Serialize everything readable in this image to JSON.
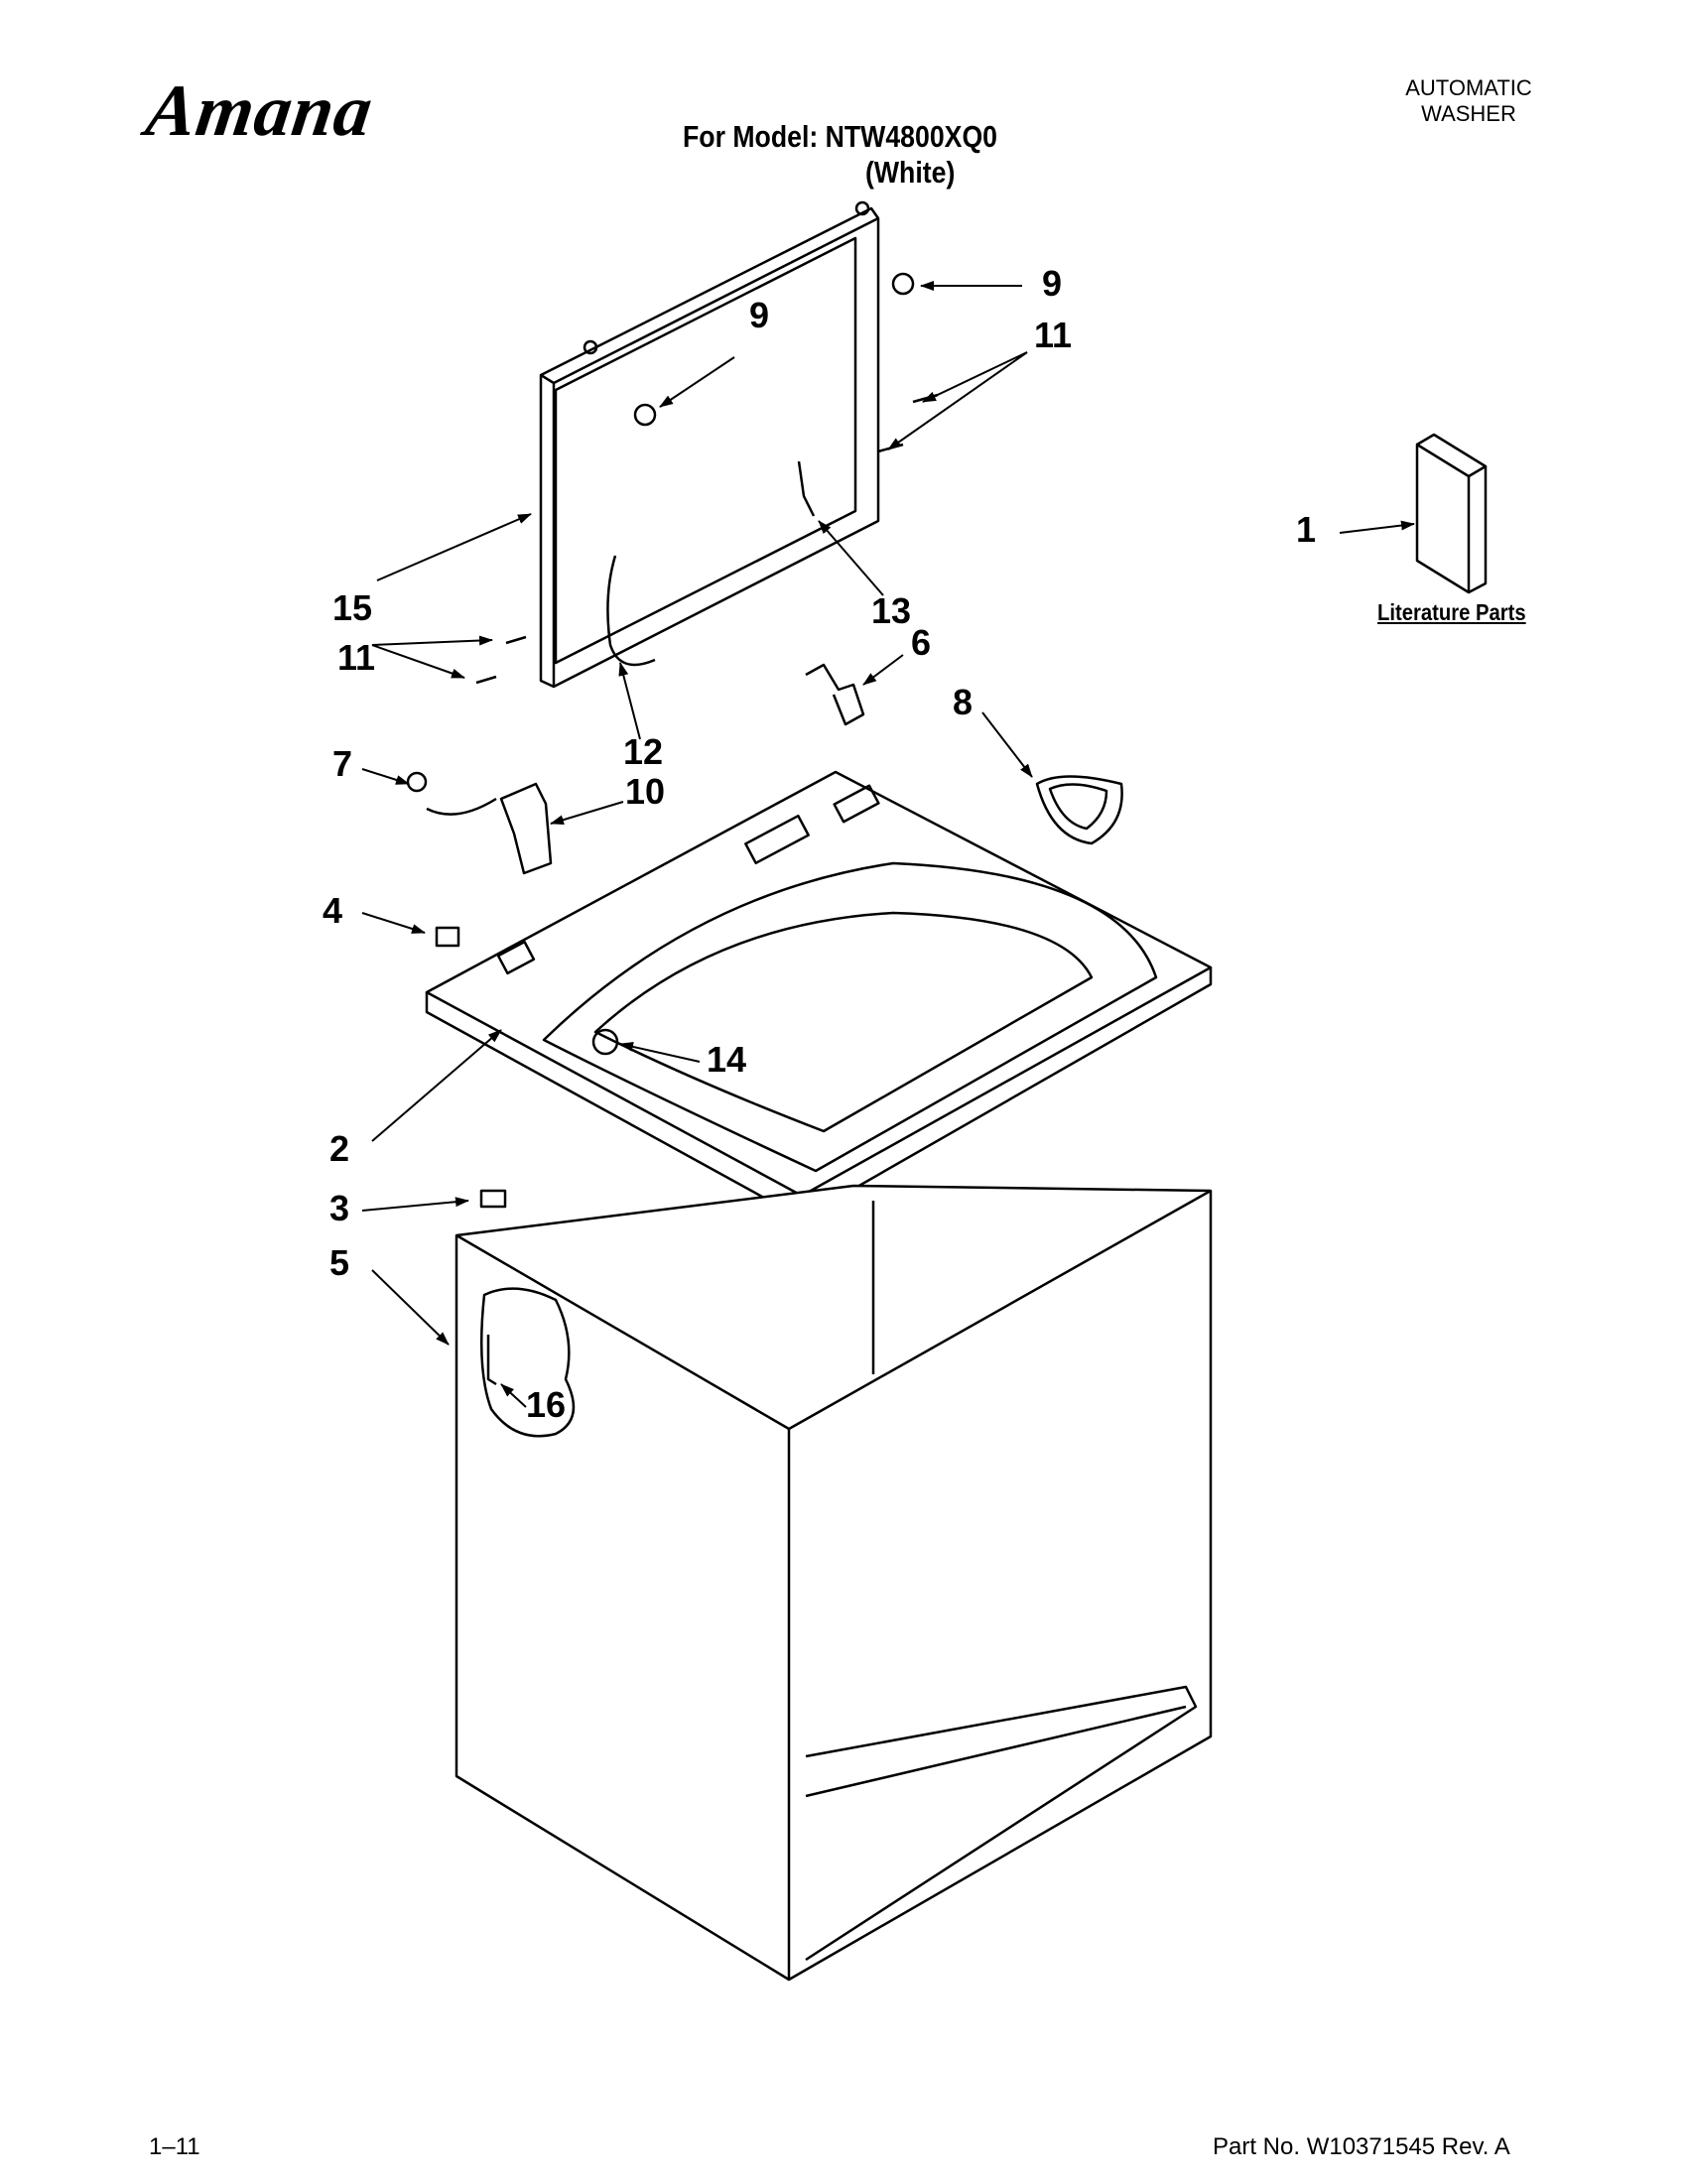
{
  "header": {
    "brand": "Amana",
    "model_line": "For Model: NTW4800XQ0",
    "model_color": "(White)",
    "product_type": "AUTOMATIC\nWASHER"
  },
  "literature": {
    "label": "Literature Parts",
    "callout": "1"
  },
  "callouts": {
    "c9a": "9",
    "c9b": "9",
    "c11a": "11",
    "c11b": "11",
    "c15": "15",
    "c13": "13",
    "c6": "6",
    "c8": "8",
    "c12": "12",
    "c10": "10",
    "c7": "7",
    "c4": "4",
    "c14": "14",
    "c2": "2",
    "c3": "3",
    "c5": "5",
    "c16": "16"
  },
  "footer": {
    "page": "1–11",
    "part_number": "Part No. W10371545 Rev. A"
  }
}
